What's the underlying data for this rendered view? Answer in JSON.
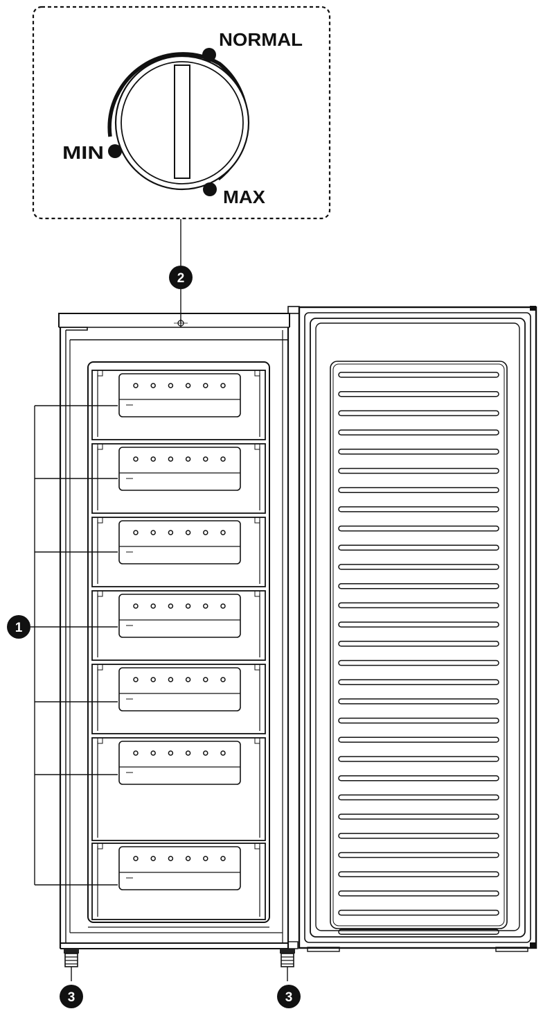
{
  "dial": {
    "labels": {
      "normal": "NORMAL",
      "min": "MIN",
      "max": "MAX"
    }
  },
  "callouts": {
    "drawers": "1",
    "thermostat": "2",
    "feet_left": "3",
    "feet_right": "3"
  },
  "freezer": {
    "drawer_count": 7,
    "drawer_dot_count": 6,
    "door_rib_count": 30
  }
}
